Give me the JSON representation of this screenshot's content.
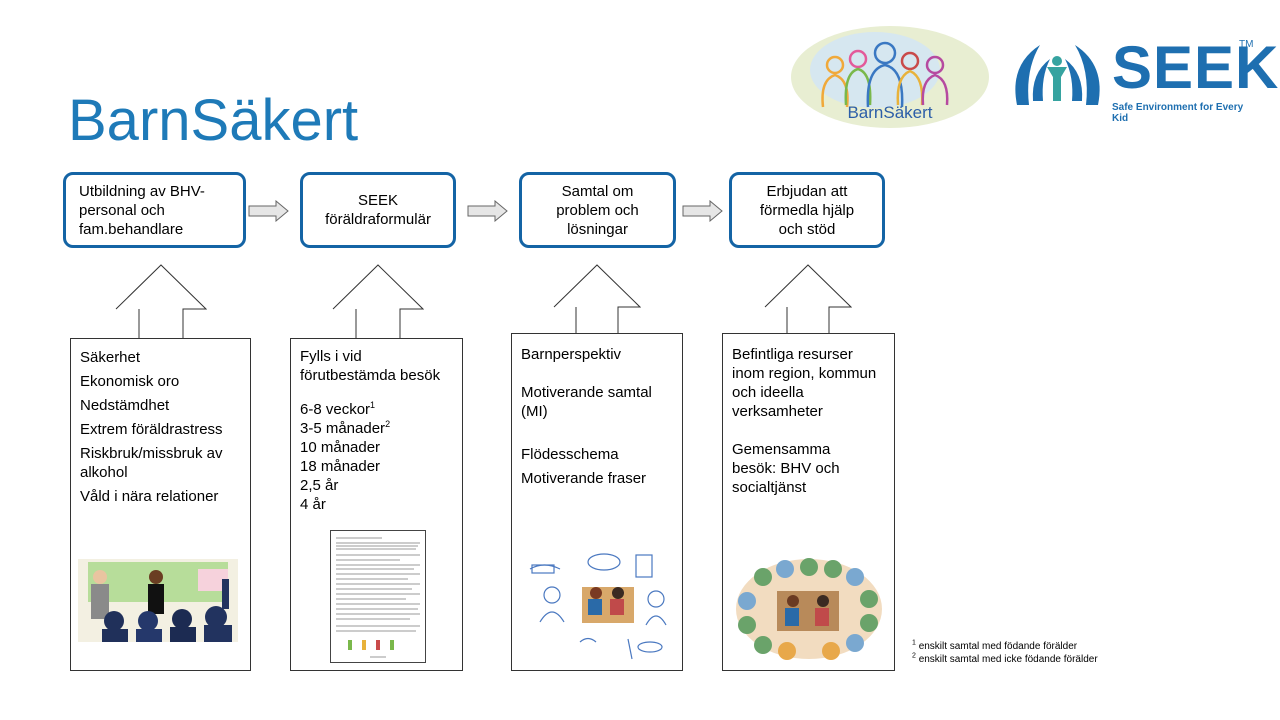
{
  "title": "BarnSäkert",
  "logos": {
    "barnsakert_text": "BarnSäkert",
    "seek_text": "SEEK",
    "seek_tm": "TM",
    "seek_tagline": "Safe Environment for Every Kid"
  },
  "colors": {
    "primary": "#1e7ab8",
    "border": "#1464a5"
  },
  "steps": [
    {
      "label": "Utbildning av BHV-personal och fam.behandlare"
    },
    {
      "label": "SEEK föräldraformulär"
    },
    {
      "label": "Samtal om problem och lösningar"
    },
    {
      "label": "Erbjudan att förmedla hjälp och stöd"
    }
  ],
  "cards": [
    {
      "items": [
        "Säkerhet",
        "Ekonomisk oro",
        "Nedstämdhet",
        "Extrem föräldrastress",
        "Riskbruk/missbruk av alkohol",
        "Våld i nära relationer"
      ]
    },
    {
      "intro": "Fylls i vid förutbestämda besök",
      "items": [
        {
          "text": "6-8 veckor",
          "sup": "1"
        },
        {
          "text": "3-5 månader",
          "sup": "2"
        },
        {
          "text": "10 månader",
          "sup": ""
        },
        {
          "text": "18 månader",
          "sup": ""
        },
        {
          "text": "2,5 år",
          "sup": ""
        },
        {
          "text": "4 år",
          "sup": ""
        }
      ]
    },
    {
      "items": [
        "Barnperspektiv",
        "Motiverande samtal (MI)",
        "Flödesschema",
        "Motiverande fraser"
      ]
    },
    {
      "items": [
        "Befintliga resurser inom region, kommun och ideella verksamheter",
        "Gemensamma besök: BHV och socialtjänst"
      ]
    }
  ],
  "footnotes": [
    {
      "sup": "1",
      "text": "enskilt samtal med födande förälder"
    },
    {
      "sup": "2",
      "text": "enskilt samtal med icke födande förälder"
    }
  ]
}
